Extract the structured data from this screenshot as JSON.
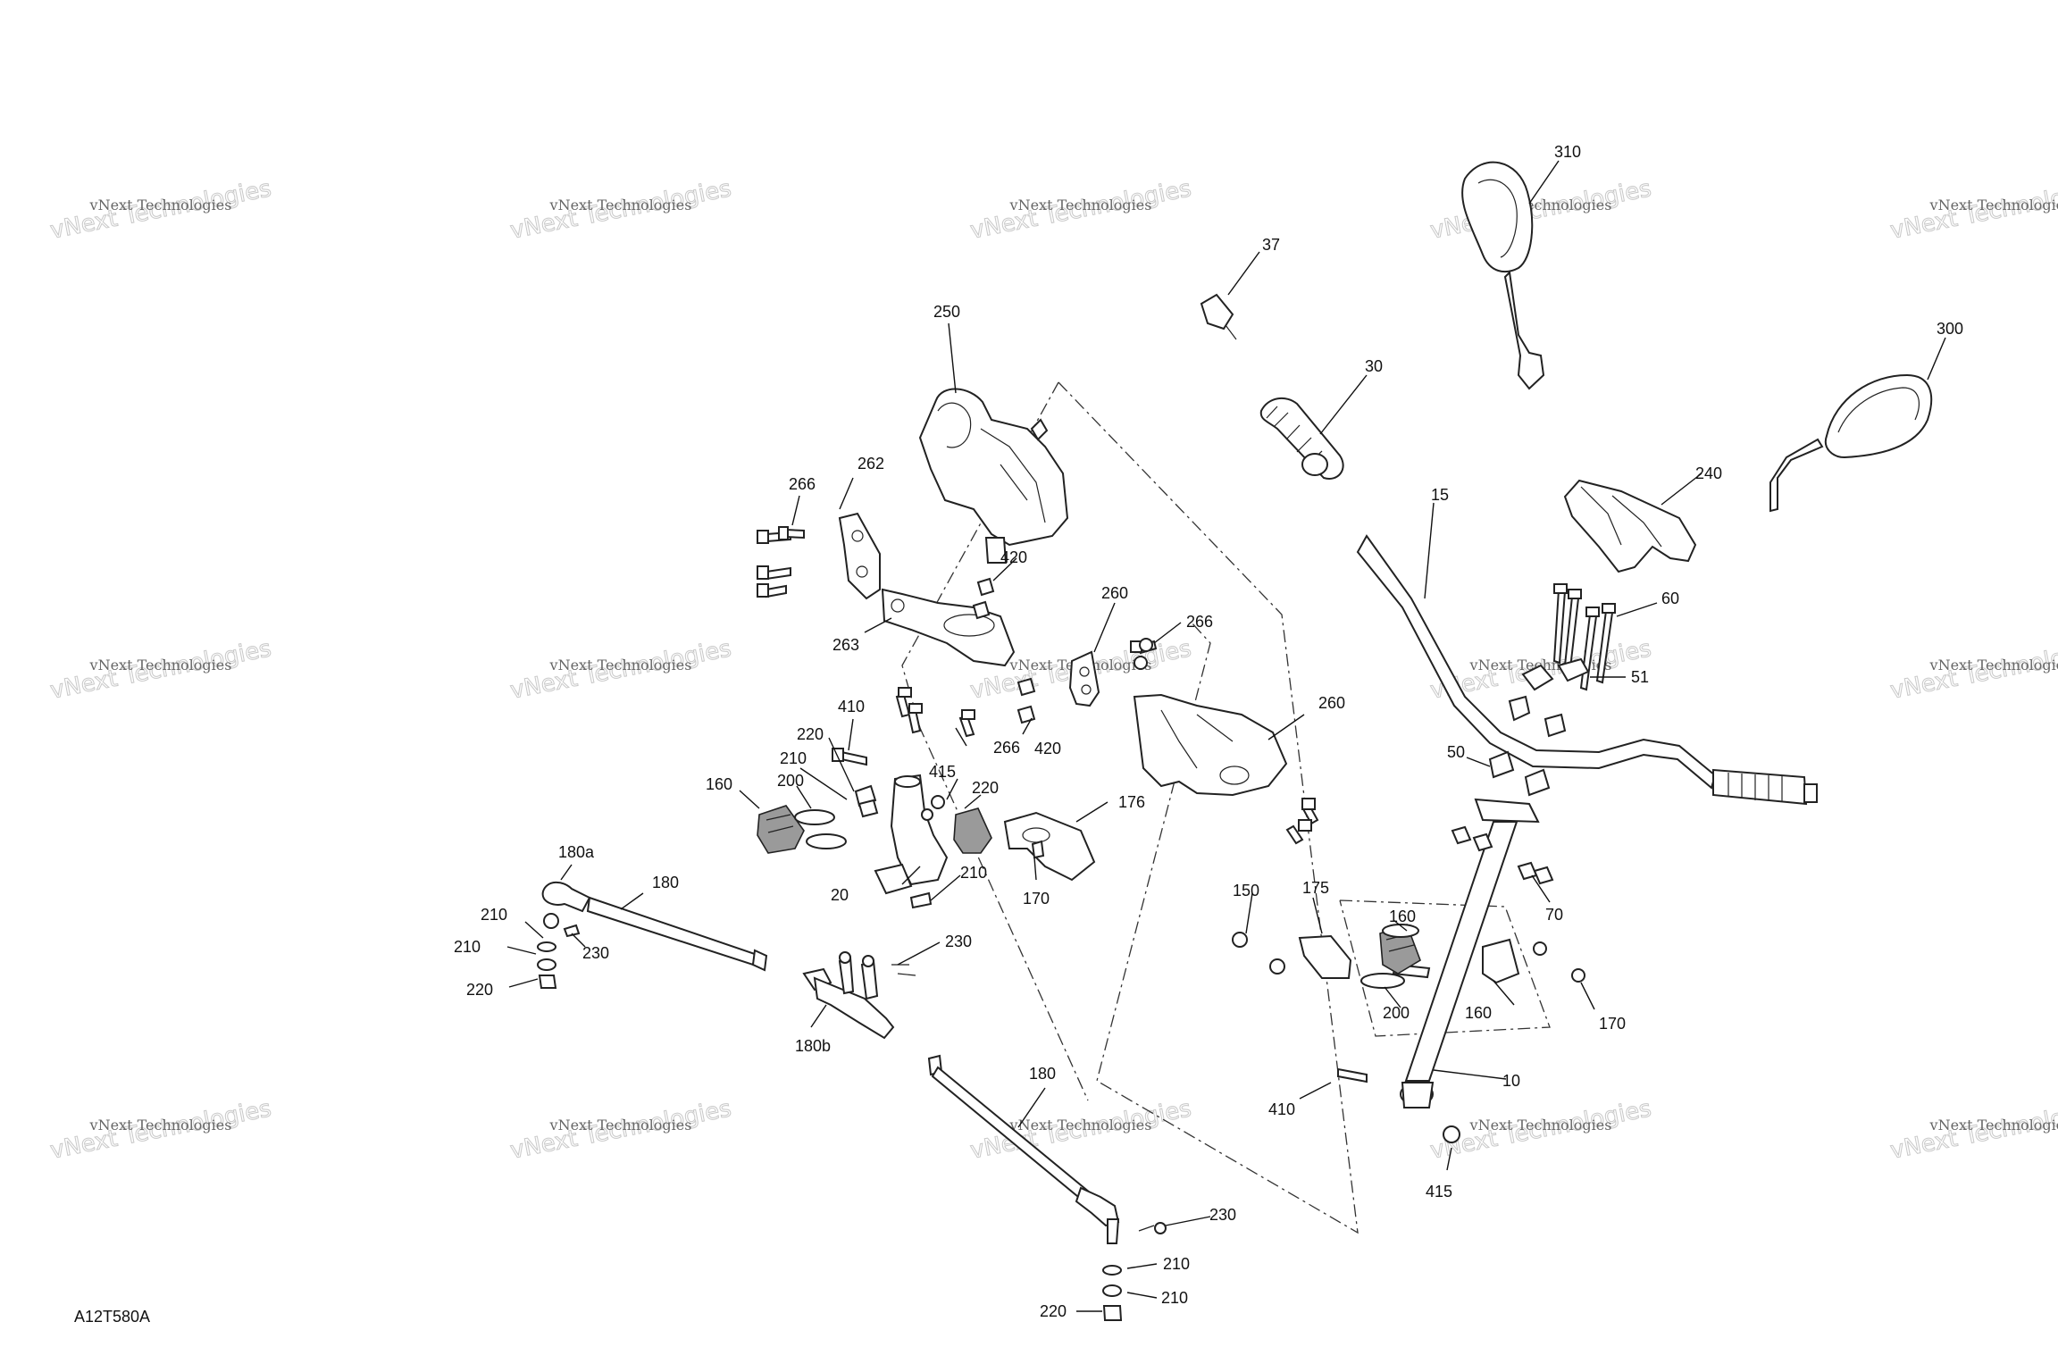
{
  "diagram_code": "A12T580A",
  "watermark": {
    "line1": "vNext Technologies",
    "line2": "vNext Technologies"
  },
  "callouts": {
    "c10": "10",
    "c15": "15",
    "c20": "20",
    "c30": "30",
    "c37": "37",
    "c50": "50",
    "c51": "51",
    "c60": "60",
    "c70": "70",
    "c150": "150",
    "c160_left": "160",
    "c160_mid": "160",
    "c160_right": "160",
    "c170_left": "170",
    "c170_right": "170",
    "c175": "175",
    "c176": "176",
    "c180_upper": "180",
    "c180_lower": "180",
    "c180a": "180a",
    "c180b": "180b",
    "c200_left": "200",
    "c200_right": "200",
    "c210_a": "210",
    "c210_b": "210",
    "c210_c": "210",
    "c210_d": "210",
    "c210_e": "210",
    "c210_f": "210",
    "c220_a": "220",
    "c220_b": "220",
    "c220_c": "220",
    "c220_d": "220",
    "c230_a": "230",
    "c230_b": "230",
    "c230_c": "230",
    "c240": "240",
    "c250": "250",
    "c260_a": "260",
    "c260_b": "260",
    "c262": "262",
    "c263": "263",
    "c266_a": "266",
    "c266_b": "266",
    "c266_c": "266",
    "c300": "300",
    "c310": "310",
    "c410_a": "410",
    "c410_b": "410",
    "c415_a": "415",
    "c415_b": "415",
    "c420_a": "420",
    "c420_b": "420"
  }
}
